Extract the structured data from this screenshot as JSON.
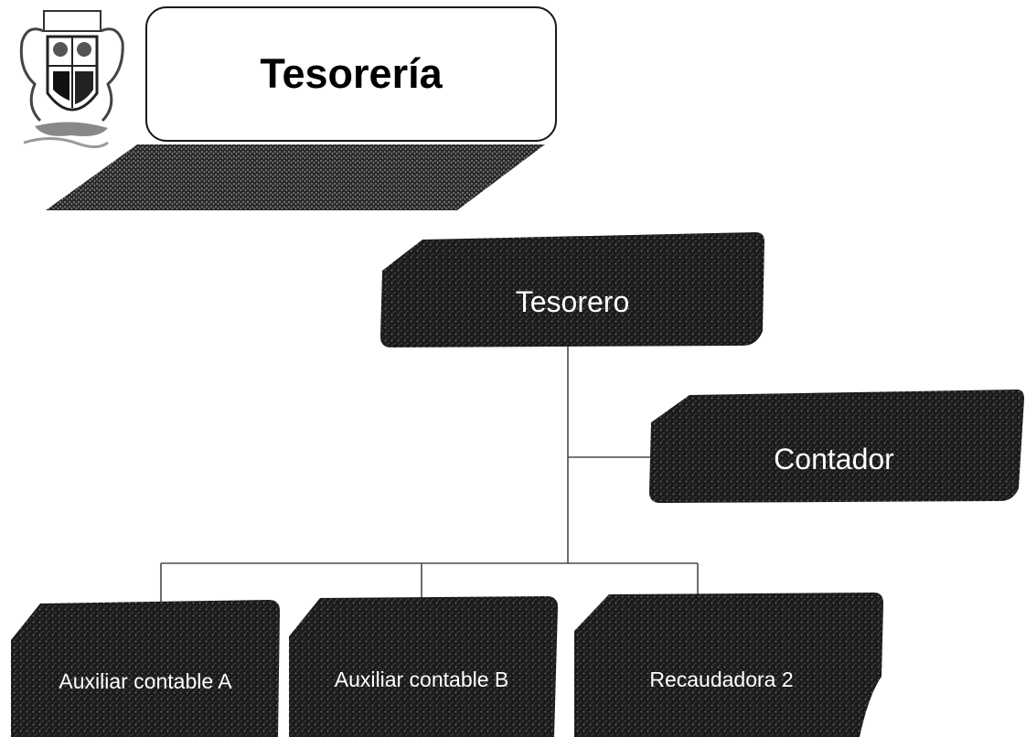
{
  "header": {
    "title": "Tesorería",
    "crest_icon": "coat-of-arms-icon"
  },
  "org_chart": {
    "root": {
      "label": "Tesorero"
    },
    "staff": {
      "label": "Contador"
    },
    "subordinates": [
      {
        "label": "Auxiliar contable A"
      },
      {
        "label": "Auxiliar contable B"
      },
      {
        "label": "Recaudadora 2"
      }
    ]
  },
  "colors": {
    "box_fill": "#1b1b1b",
    "box_stipple": "#6e6e6e",
    "text_on_box": "#ffffff",
    "connector": "#4a4a4a"
  }
}
